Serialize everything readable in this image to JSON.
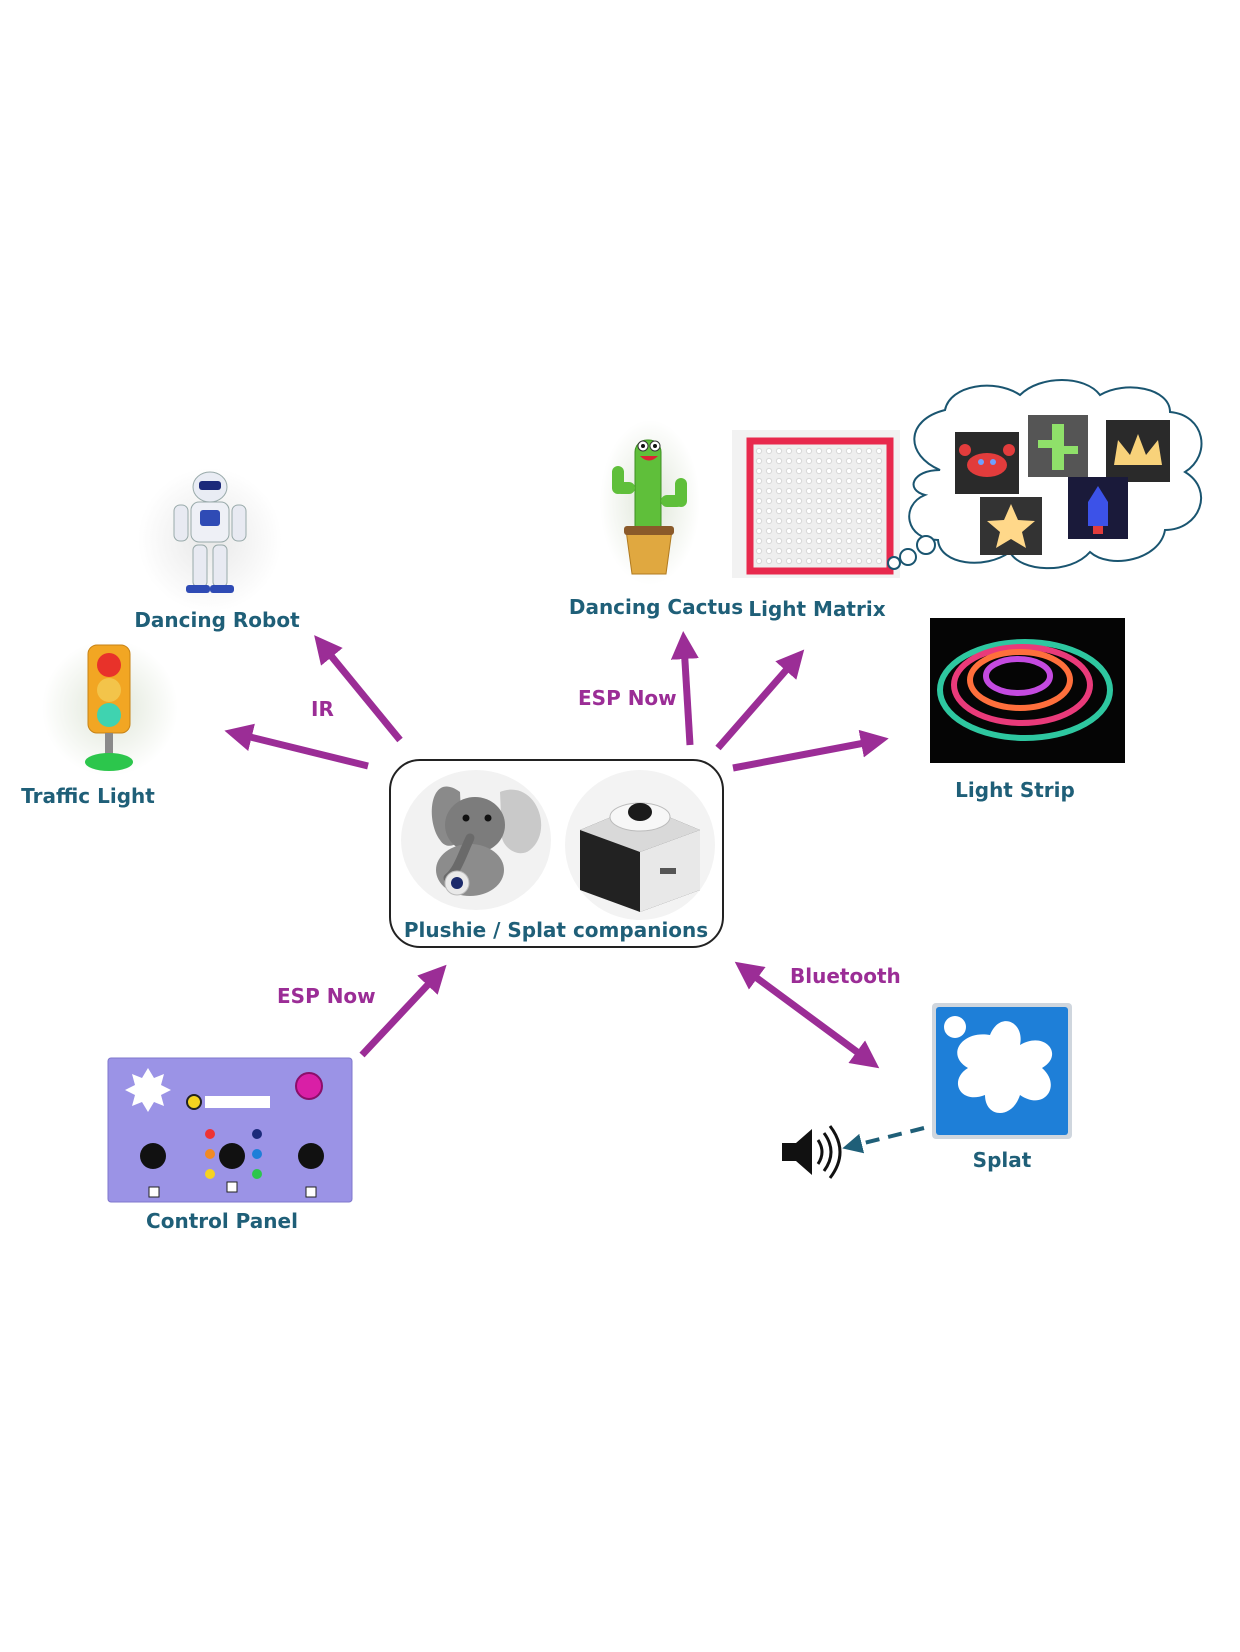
{
  "center": {
    "label": "Plushie / Splat companions"
  },
  "devices": {
    "dancing_robot": "Dancing Robot",
    "traffic_light": "Traffic Light",
    "dancing_cactus": "Dancing Cactus",
    "light_matrix": "Light Matrix",
    "light_strip": "Light Strip",
    "control_panel": "Control Panel",
    "splat": "Splat"
  },
  "connections": {
    "ir": "IR",
    "esp_now_top": "ESP Now",
    "esp_now_bottom": "ESP Now",
    "bluetooth": "Bluetooth"
  },
  "colors": {
    "arrow": "#9b2d96",
    "label": "#1f5f78",
    "dashed_arrow": "#1f5f78",
    "splat_blue": "#1e7fd8",
    "panel_purple": "#9b93e6"
  },
  "icons": [
    "speaker-icon"
  ]
}
